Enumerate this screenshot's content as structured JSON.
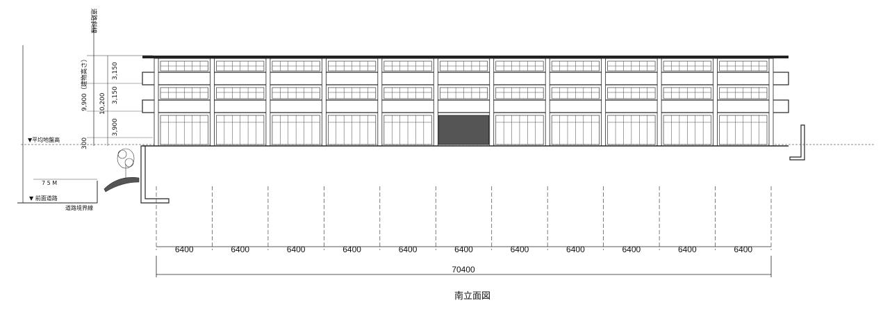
{
  "drawing": {
    "caption": "南立面図",
    "top_label": "道路斜線",
    "left_labels": {
      "avg_ground": "▼平均地盤高",
      "height_75m": "7 5 M",
      "front_road": "▼ 前面道路",
      "road_boundary": "道路境界線"
    },
    "vertical_dims": {
      "total_height": "10,200",
      "building_height": "9,900（建物高さ）",
      "floor3": "3,150",
      "floor2": "3,150",
      "floor1": "3,900",
      "base": "300"
    },
    "bay_dims": [
      "6400",
      "6400",
      "6400",
      "6400",
      "6400",
      "6400",
      "6400",
      "6400",
      "6400",
      "6400",
      "6400"
    ],
    "total_width": "70400"
  }
}
